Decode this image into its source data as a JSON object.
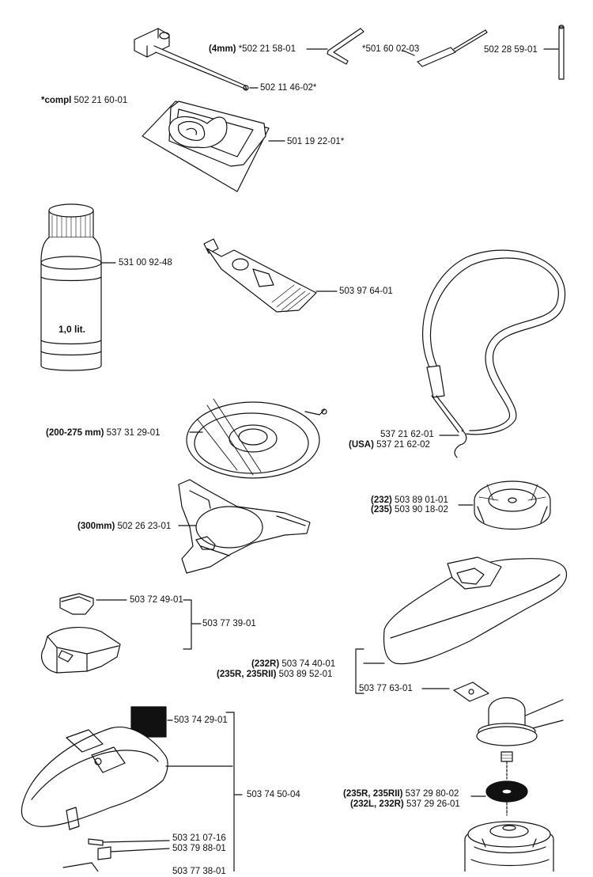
{
  "labels": {
    "wrench_4mm_tag": "(4mm)",
    "wrench_4mm_pn": " *502 21 58-01",
    "tool_pin_pn": "*501 60 02-03",
    "rod_pn": "502 28 59-01",
    "socket_wrench_pn": "502 11 46-02*",
    "compl_tag": "*compl",
    "compl_pn": " 502 21 60-01",
    "harness_pad_pn": "501 19 22-01*",
    "oil_pn": "531 00 92-48",
    "oil_volume": "1,0 lit.",
    "grease_pn": "503 97 64-01",
    "strap_pn": "537 21 62-01",
    "strap_usa_tag": "(USA)",
    "strap_usa_pn": " 537 21 62-02",
    "guard_200_tag": "(200-275 mm)",
    "guard_200_pn": " 537 31 29-01",
    "guard_300_tag": "(300mm)",
    "guard_300_pn": " 502 26 23-01",
    "head_232_tag": "(232)",
    "head_232_pn": " 503 89 01-01",
    "head_235_tag": "(235)",
    "head_235_pn": " 503 90 18-02",
    "bracket_pn": "503 72 49-01",
    "guard_kit_pn": "503 77 39-01",
    "guard_232r_tag": "(232R)",
    "guard_232r_pn": " 503 74 40-01",
    "guard_235r_tag": "(235R, 235RII)",
    "guard_235r_pn": " 503 89 52-01",
    "plate_pn": "503 77 63-01",
    "block_pn": "503 74 29-01",
    "big_guard_pn": "503 74 50-04",
    "screw1_pn": "503 21 07-16",
    "screw2_pn": "503 79 88-01",
    "washer_235r_tag": "(235R, 235RII)",
    "washer_235r_pn": " 537 29 80-02",
    "washer_232l_tag": "(232L, 232R)",
    "washer_232l_pn": " 537 29 26-01",
    "cut_bottom_pn": "503 77 38-01"
  }
}
